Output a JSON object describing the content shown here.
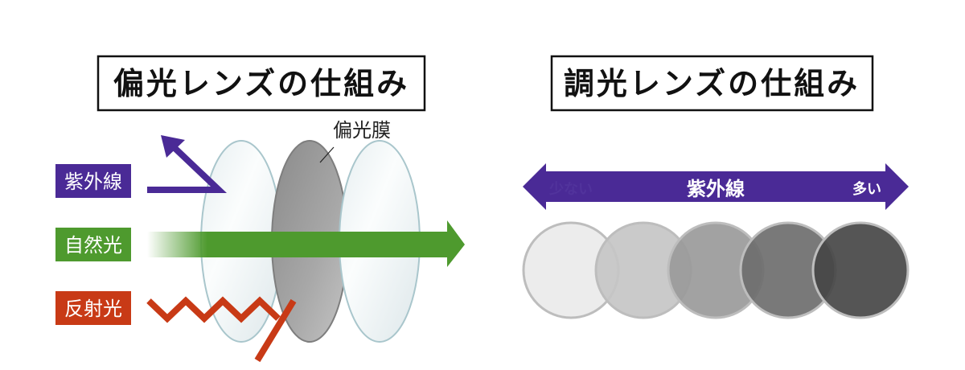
{
  "polarized": {
    "title": "偏光レンズの仕組み",
    "film_label": "偏光膜",
    "rays": [
      {
        "label": "紫外線",
        "color": "#4a2a96"
      },
      {
        "label": "自然光",
        "color": "#4e9a2e"
      },
      {
        "label": "反射光",
        "color": "#c83a16"
      }
    ]
  },
  "photochromic": {
    "title": "調光レンズの仕組み",
    "arrow_label": "紫外線",
    "left_label": "少ない",
    "right_label": "多い",
    "arrow_color": "#4a2a96",
    "lens_shades": [
      "#ececec",
      "#c6c6c6",
      "#9a9a9a",
      "#6e6e6e",
      "#474747"
    ]
  }
}
